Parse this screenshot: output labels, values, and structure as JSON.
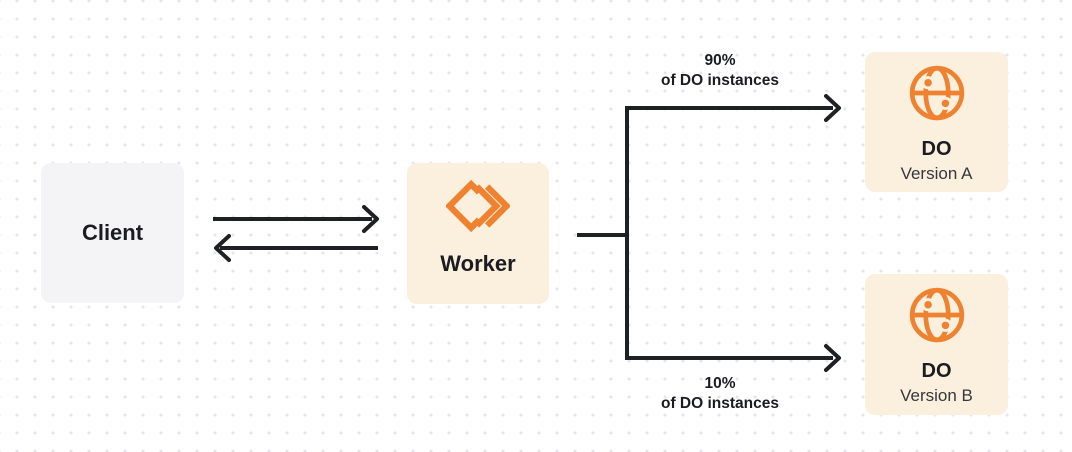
{
  "palette": {
    "background": "#ffffff",
    "dot_grid": "#e6e6ea",
    "line_color": "#1f2023",
    "accent_orange": "#ee8230",
    "node_cream": "#fbefde",
    "node_gray": "#f4f4f6",
    "text_dark": "#1b1c20",
    "text_subtle": "#35383d"
  },
  "nodes": {
    "client": {
      "label": "Client"
    },
    "worker": {
      "label": "Worker",
      "icon": "workers-icon"
    },
    "do_a": {
      "title": "DO",
      "subtitle": "Version A",
      "icon": "globe-icon"
    },
    "do_b": {
      "title": "DO",
      "subtitle": "Version B",
      "icon": "globe-icon"
    }
  },
  "edges": {
    "top_branch": {
      "percent": "90%",
      "caption": "of DO instances"
    },
    "bottom_branch": {
      "percent": "10%",
      "caption": "of DO instances"
    }
  }
}
